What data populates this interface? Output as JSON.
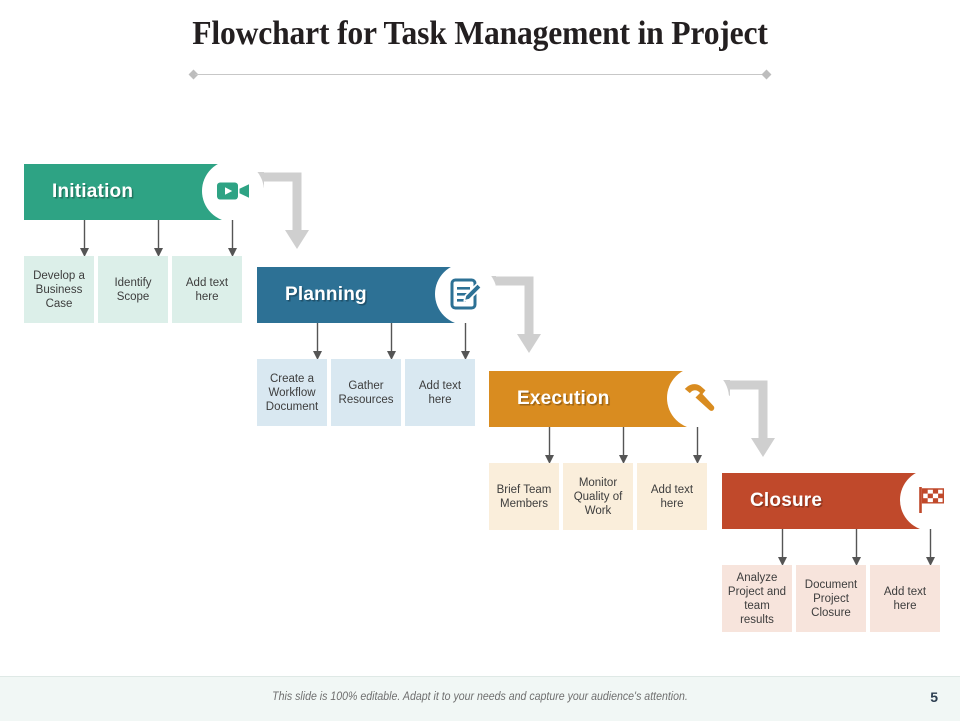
{
  "slide": {
    "title": "Flowchart for Task Management in Project",
    "page_number": "5",
    "footer_note": "This slide is 100% editable. Adapt it to your needs and capture your audience's attention.",
    "background": "#ffffff",
    "footer_background": "#f1f7f5"
  },
  "phases": [
    {
      "id": "initiation",
      "label": "Initiation",
      "band_color": "#2ea384",
      "sub_color": "#dcefe9",
      "icon": "video-camera-icon",
      "items": [
        {
          "label": "Develop a Business Case"
        },
        {
          "label": "Identify Scope"
        },
        {
          "label": "Add text here"
        }
      ]
    },
    {
      "id": "planning",
      "label": "Planning",
      "band_color": "#2d7195",
      "sub_color": "#d9e8f1",
      "icon": "document-pencil-icon",
      "items": [
        {
          "label": "Create a Workflow Document"
        },
        {
          "label": "Gather Resources"
        },
        {
          "label": "Add text here"
        }
      ]
    },
    {
      "id": "execution",
      "label": "Execution",
      "band_color": "#d98c20",
      "sub_color": "#faeedb",
      "icon": "hammer-icon",
      "items": [
        {
          "label": "Brief Team Members"
        },
        {
          "label": "Monitor Quality of Work"
        },
        {
          "label": "Add text here"
        }
      ]
    },
    {
      "id": "closure",
      "label": "Closure",
      "band_color": "#c0492b",
      "sub_color": "#f7e4dc",
      "icon": "checkered-flag-icon",
      "items": [
        {
          "label": "Analyze Project and team results"
        },
        {
          "label": "Document Project Closure"
        },
        {
          "label": "Add text here"
        }
      ]
    }
  ],
  "connectors": {
    "color": "#cfcfcf",
    "tick_color": "#555555",
    "count": 3
  }
}
